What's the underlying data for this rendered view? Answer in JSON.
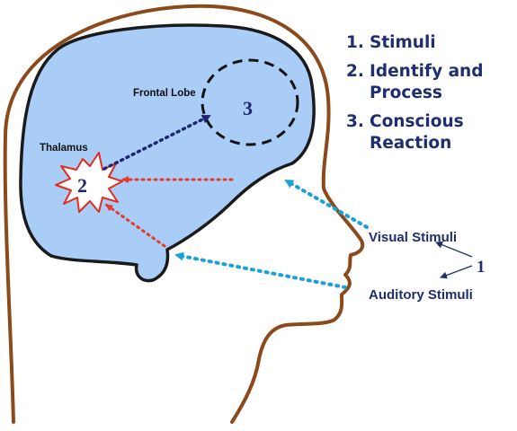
{
  "labels": {
    "frontal_lobe": "Frontal Lobe",
    "thalamus": "Thalamus",
    "thalamus_step": "2",
    "frontal_step": "3",
    "visual_stimuli": "Visual Stimuli",
    "auditory_stimuli": "Auditory Stimuli",
    "stimuli_step": "1"
  },
  "legend": [
    {
      "number": "1.",
      "text": "Stimuli"
    },
    {
      "number": "2.",
      "text": "Identify and Process"
    },
    {
      "number": "3.",
      "text": "Conscious Reaction"
    }
  ],
  "colors": {
    "head_outline": "#8a4a1c",
    "brain_fill": "#a9cdf7",
    "brain_outline": "#1a1a1a",
    "red_arrow": "#e83a2a",
    "cyan_arrow": "#1ba1dc",
    "navy_arrow": "#1e2670",
    "legend_text": "#1e2e6e"
  }
}
